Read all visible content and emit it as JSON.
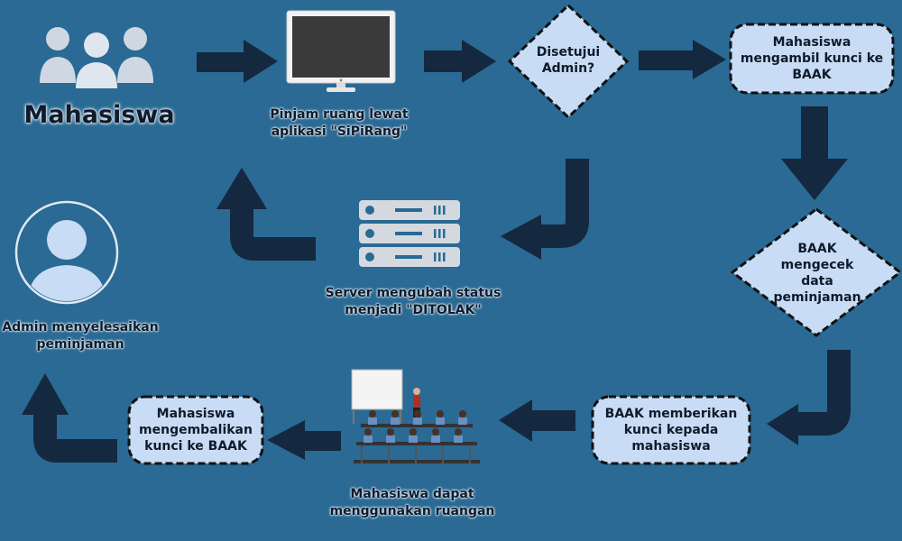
{
  "actors": {
    "mahasiswa_title": "Mahasiswa"
  },
  "steps": {
    "pinjam": "Pinjam ruang lewat aplikasi \"SiPiRang\"",
    "disetujui": "Disetujui Admin?",
    "ambil_kunci": "Mahasiswa mengambil kunci ke BAAK",
    "baak_cek": "BAAK mengecek data peminjaman",
    "baak_beri": "BAAK memberikan kunci kepada mahasiswa",
    "gunakan": "Mahasiswa dapat menggunakan ruangan",
    "kembalikan": "Mahasiswa mengembalikan kunci ke BAAK",
    "admin_selesai": "Admin menyelesaikan peminjaman",
    "server_tolak": "Server mengubah status menjadi \"DITOLAK\""
  },
  "icons": {
    "users": "users-group-icon",
    "monitor": "computer-monitor-icon",
    "server": "server-rack-icon",
    "admin": "admin-avatar-icon",
    "classroom": "classroom-presentation-icon"
  },
  "colors": {
    "background": "#2a6a94",
    "arrow": "#14283f",
    "box_fill": "#c9dcf5",
    "box_border": "#111111"
  }
}
